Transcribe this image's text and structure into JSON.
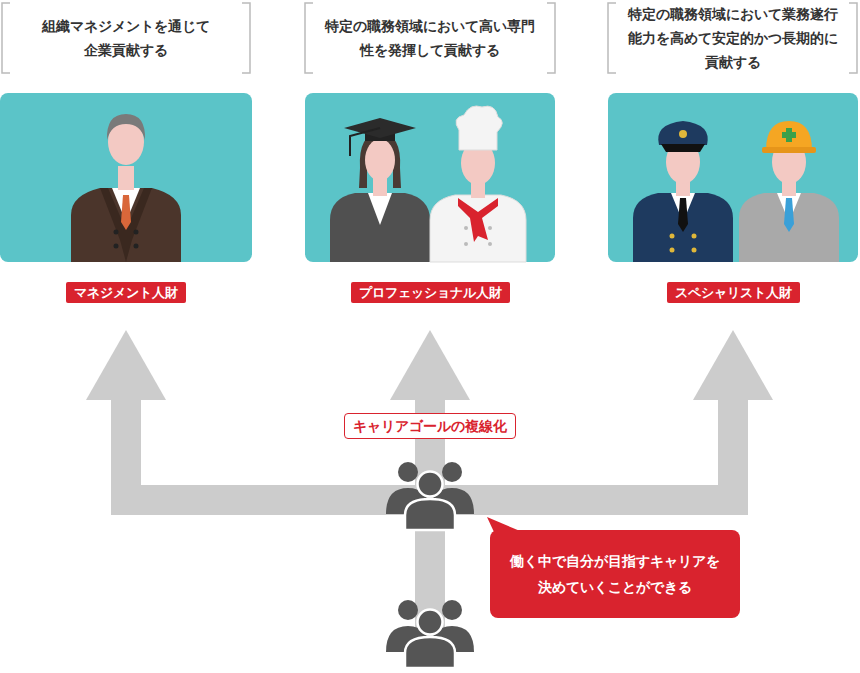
{
  "diagram": {
    "nodes": [
      {
        "text": [
          "マネジメント人財"
        ]
      },
      {
        "text": [
          "プロフェッショナル人財"
        ]
      },
      {
        "text": [
          "スペシャリスト人財"
        ]
      },
      {
        "text": [
          "キャリアゴールの複線化"
        ]
      },
      {
        "text": [
          "働く中で自分が目指すキャリアを決めていくことができる"
        ]
      }
    ],
    "labels": [
      "組織マネジメントを通じて企業貢献する",
      "特定の職務領域において高い専門性を発揮して貢献する",
      "特定の職務領域において業務遂行能力を高めて安定的かつ長期的に貢献する"
    ]
  }
}
